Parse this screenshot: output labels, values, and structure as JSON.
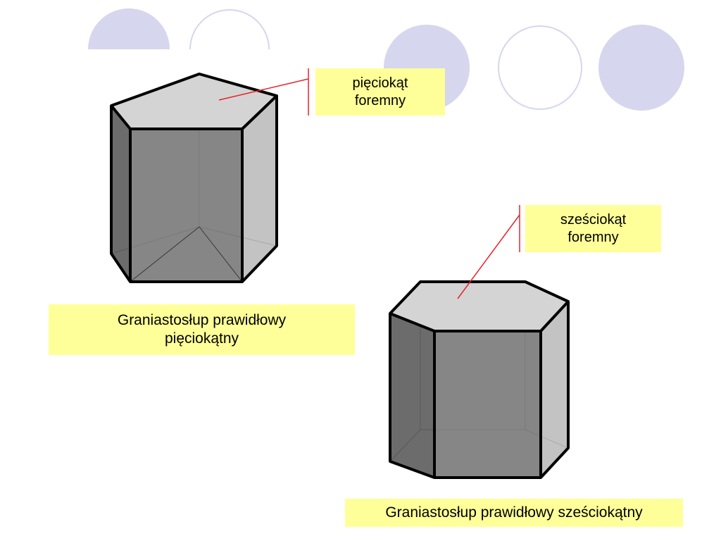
{
  "slide": {
    "pentagon_label": {
      "line1": "pięciokąt",
      "line2": "foremny"
    },
    "hexagon_label": {
      "line1": "sześciokąt",
      "line2": "foremny"
    },
    "pentagonal_caption": {
      "line1": "Graniastosłup prawidłowy",
      "line2": "pięciokątny"
    },
    "hexagonal_caption": "Graniastosłup prawidłowy sześciokątny"
  },
  "colors": {
    "circle_fill": "#d6d6ee",
    "circle_outline": "#d6d6ee",
    "callout_bg": "#ffff99",
    "pointer_line": "#e8232a",
    "top_face": "#d4d4d4",
    "front_face": "#7f7f7f",
    "dark_face": "#606060",
    "light_face": "#bcbcbc"
  }
}
